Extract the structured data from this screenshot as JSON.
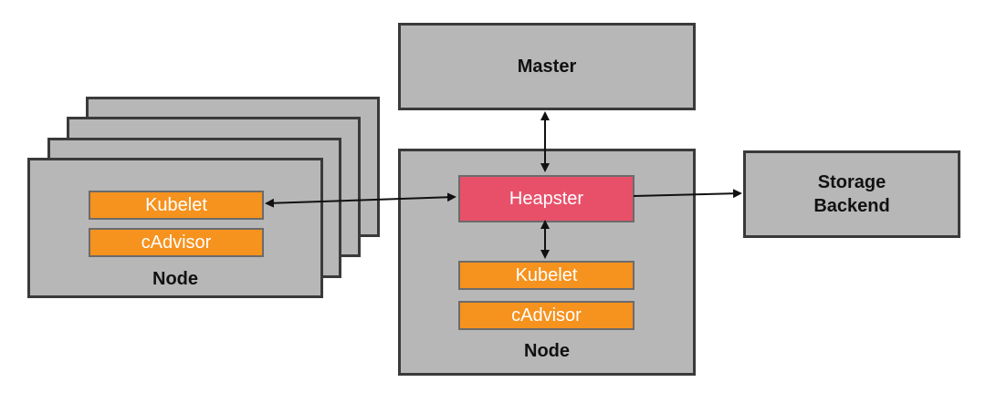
{
  "master": {
    "label": "Master"
  },
  "storage": {
    "label_line1": "Storage",
    "label_line2": "Backend"
  },
  "left_node": {
    "kubelet": "Kubelet",
    "cadvisor": "cAdvisor",
    "label": "Node"
  },
  "center_node": {
    "heapster": "Heapster",
    "kubelet": "Kubelet",
    "cadvisor": "cAdvisor",
    "label": "Node"
  },
  "colors": {
    "box_fill": "#b7b7b7",
    "component_orange": "#f6921e",
    "heapster_red": "#e8506a",
    "border": "#3a3a3a"
  }
}
